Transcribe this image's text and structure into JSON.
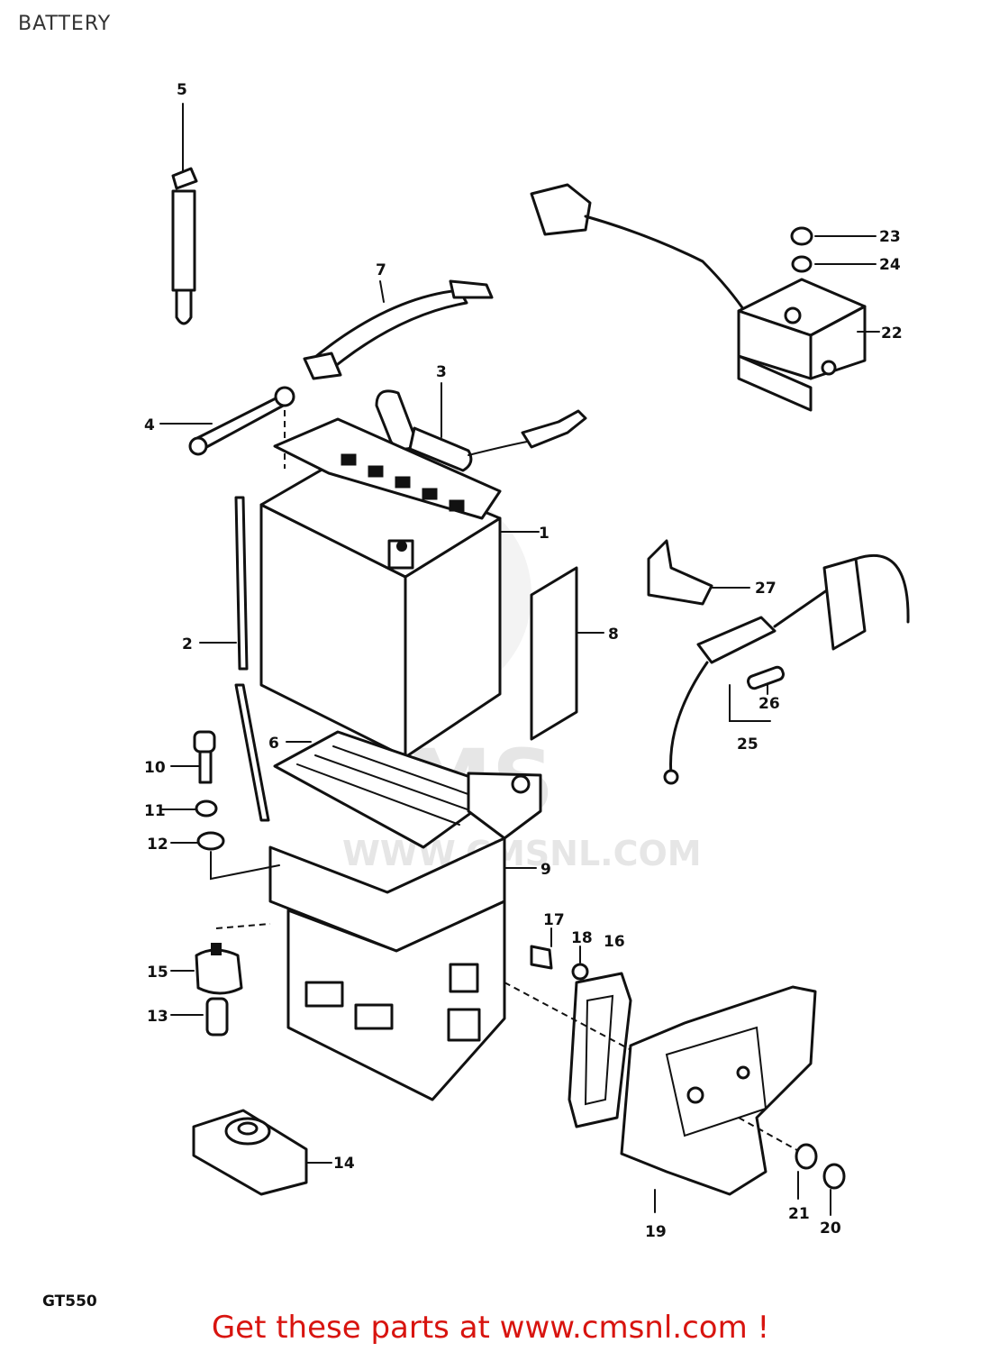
{
  "header": {
    "title": "BATTERY"
  },
  "diagram": {
    "model": "GT550",
    "watermark_text": "WWW.CMSNL.COM",
    "watermark_logo_text": "CMS",
    "callouts": [
      {
        "id": "p1",
        "label": "1"
      },
      {
        "id": "p2",
        "label": "2"
      },
      {
        "id": "p3",
        "label": "3"
      },
      {
        "id": "p4",
        "label": "4"
      },
      {
        "id": "p5",
        "label": "5"
      },
      {
        "id": "p6",
        "label": "6"
      },
      {
        "id": "p7",
        "label": "7"
      },
      {
        "id": "p8",
        "label": "8"
      },
      {
        "id": "p9",
        "label": "9"
      },
      {
        "id": "p10",
        "label": "10"
      },
      {
        "id": "p11",
        "label": "11"
      },
      {
        "id": "p12",
        "label": "12"
      },
      {
        "id": "p13",
        "label": "13"
      },
      {
        "id": "p14",
        "label": "14"
      },
      {
        "id": "p15",
        "label": "15"
      },
      {
        "id": "p16",
        "label": "16"
      },
      {
        "id": "p17",
        "label": "17"
      },
      {
        "id": "p18",
        "label": "18"
      },
      {
        "id": "p19",
        "label": "19"
      },
      {
        "id": "p20",
        "label": "20"
      },
      {
        "id": "p21",
        "label": "21"
      },
      {
        "id": "p22",
        "label": "22"
      },
      {
        "id": "p23",
        "label": "23"
      },
      {
        "id": "p24",
        "label": "24"
      },
      {
        "id": "p25",
        "label": "25"
      },
      {
        "id": "p26",
        "label": "26"
      },
      {
        "id": "p27",
        "label": "27"
      }
    ]
  },
  "footer": {
    "link_text": "Get these parts at www.cmsnl.com !"
  }
}
